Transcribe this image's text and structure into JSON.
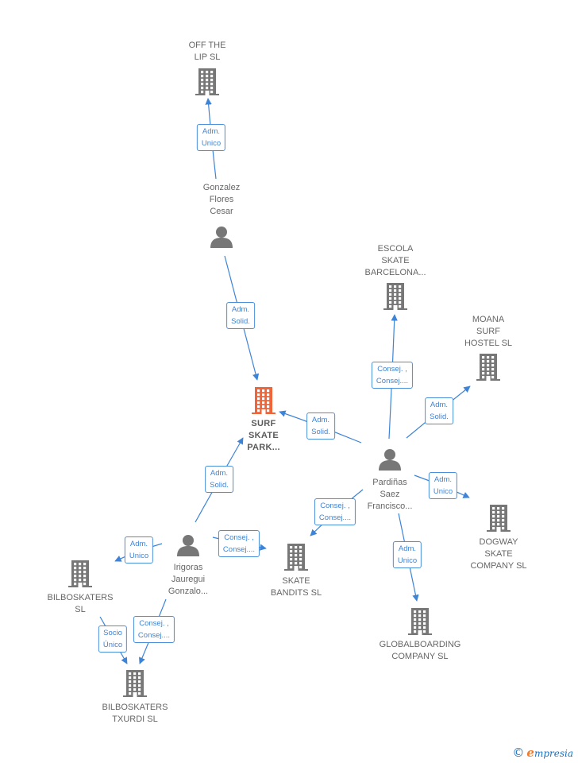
{
  "colors": {
    "edge": "#3d84d6",
    "node_icon": "#777777",
    "focus_icon": "#f0643a",
    "label": "#666666"
  },
  "nodes": [
    {
      "id": "offthelip",
      "type": "company",
      "label": [
        "OFF THE",
        "LIP  SL"
      ]
    },
    {
      "id": "gonzalez",
      "type": "person",
      "label": [
        "Gonzalez",
        "Flores",
        "Cesar"
      ]
    },
    {
      "id": "escola",
      "type": "company",
      "label": [
        "ESCOLA",
        "SKATE",
        "BARCELONA..."
      ]
    },
    {
      "id": "moana",
      "type": "company",
      "label": [
        "MOANA",
        "SURF",
        "HOSTEL SL"
      ]
    },
    {
      "id": "surf",
      "type": "company",
      "focus": true,
      "label": [
        "SURF",
        "SKATE",
        "PARK..."
      ]
    },
    {
      "id": "pardinas",
      "type": "person",
      "label": [
        "Pardiñas",
        "Saez",
        "Francisco..."
      ]
    },
    {
      "id": "dogway",
      "type": "company",
      "label": [
        "DOGWAY",
        "SKATE",
        "COMPANY SL"
      ]
    },
    {
      "id": "irigoras",
      "type": "person",
      "label": [
        "Irigoras",
        "Jauregui",
        "Gonzalo..."
      ]
    },
    {
      "id": "skatebandits",
      "type": "company",
      "label": [
        "SKATE",
        "BANDITS  SL"
      ]
    },
    {
      "id": "bilboskaters",
      "type": "company",
      "label": [
        "BILBOSKATERS",
        "SL"
      ]
    },
    {
      "id": "globalboarding",
      "type": "company",
      "label": [
        "GLOBALBOARDING",
        "COMPANY SL"
      ]
    },
    {
      "id": "txurdi",
      "type": "company",
      "label": [
        "BILBOSKATERS",
        "TXURDI  SL"
      ]
    }
  ],
  "edges": [
    {
      "from": "gonzalez",
      "to": "offthelip",
      "label": [
        "Adm.",
        "Unico"
      ]
    },
    {
      "from": "gonzalez",
      "to": "surf",
      "label": [
        "Adm.",
        "Solid."
      ]
    },
    {
      "from": "pardinas",
      "to": "surf",
      "label": [
        "Adm.",
        "Solid."
      ]
    },
    {
      "from": "pardinas",
      "to": "escola",
      "label": [
        "Consej. ,",
        "Consej...."
      ]
    },
    {
      "from": "pardinas",
      "to": "moana",
      "label": [
        "Adm.",
        "Solid."
      ]
    },
    {
      "from": "pardinas",
      "to": "dogway",
      "label": [
        "Adm.",
        "Unico"
      ]
    },
    {
      "from": "pardinas",
      "to": "skatebandits",
      "label": [
        "Consej. ,",
        "Consej...."
      ]
    },
    {
      "from": "pardinas",
      "to": "globalboarding",
      "label": [
        "Adm.",
        "Unico"
      ]
    },
    {
      "from": "irigoras",
      "to": "surf",
      "label": [
        "Adm.",
        "Solid."
      ]
    },
    {
      "from": "irigoras",
      "to": "skatebandits",
      "label": [
        "Consej. ,",
        "Consej...."
      ]
    },
    {
      "from": "irigoras",
      "to": "bilboskaters",
      "label": [
        "Adm.",
        "Unico"
      ]
    },
    {
      "from": "irigoras",
      "to": "txurdi",
      "label": [
        "Consej. ,",
        "Consej...."
      ]
    },
    {
      "from": "bilboskaters",
      "to": "txurdi",
      "label": [
        "Socio",
        "Único"
      ]
    }
  ],
  "brand": {
    "copyright": "©",
    "initial": "e",
    "rest": "mpresia"
  }
}
